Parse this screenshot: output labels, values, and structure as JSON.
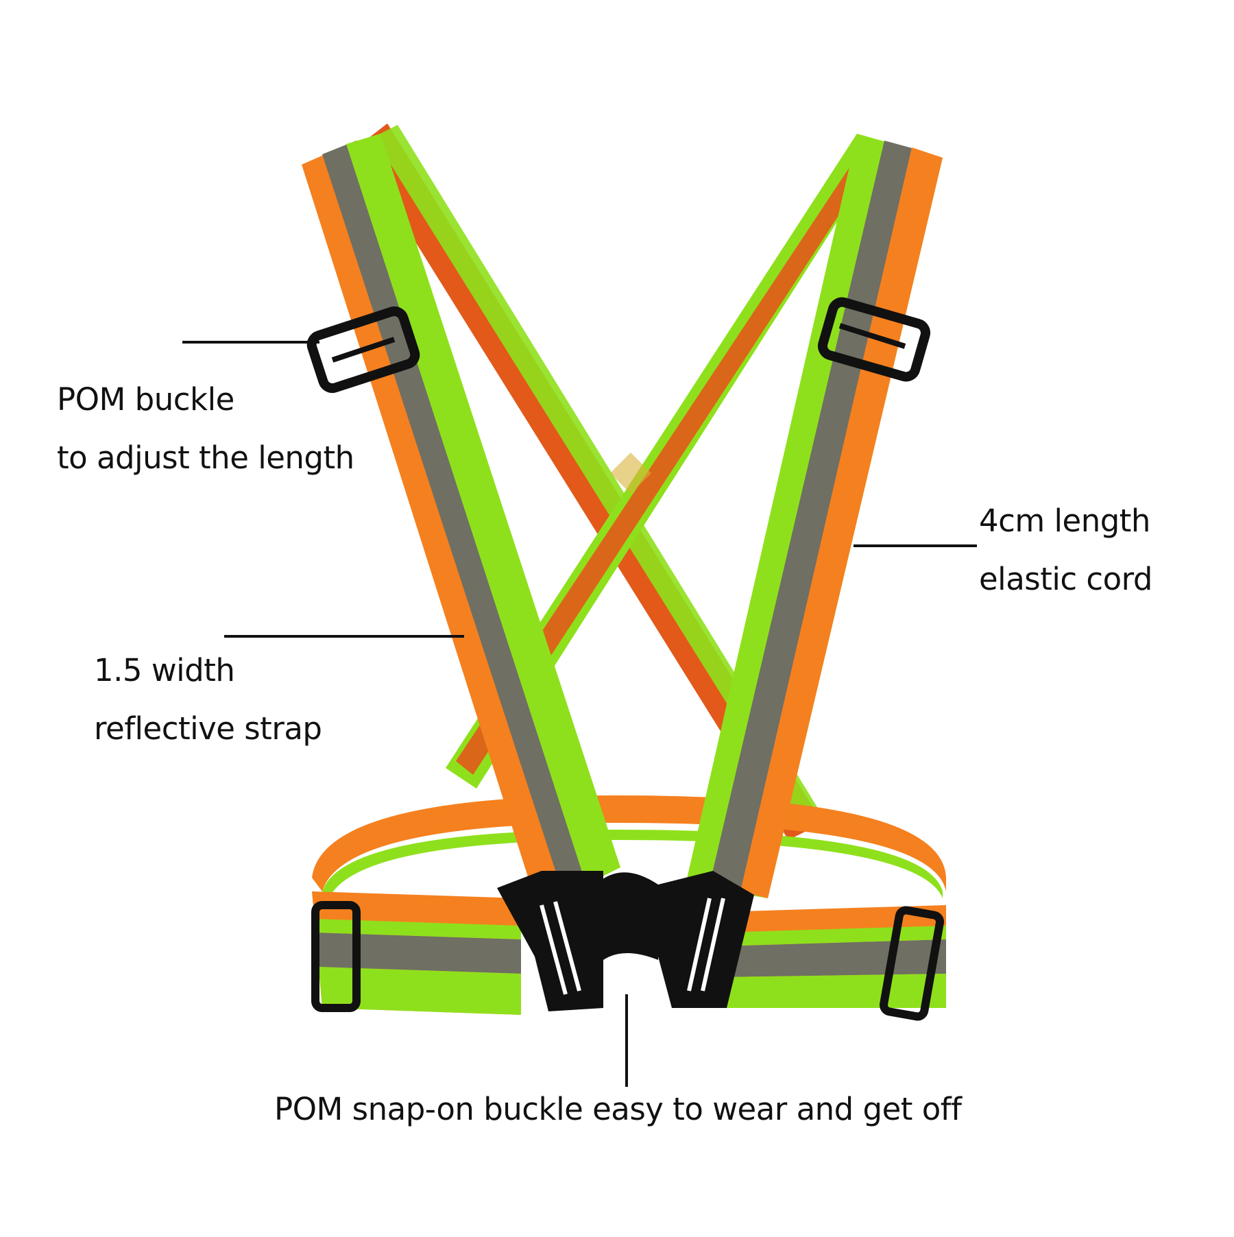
{
  "annotations": {
    "pom_buckle": {
      "line1": "POM buckle",
      "line2": "to adjust the length"
    },
    "elastic_cord": {
      "line1": "4cm length",
      "line2": "elastic cord"
    },
    "reflective_strap": {
      "line1": "1.5 width",
      "line2": "reflective strap"
    },
    "snap_buckle": {
      "text": "POM snap-on buckle easy to wear and get off"
    }
  },
  "colors": {
    "lime": "#8fe01c",
    "orange": "#f5801f",
    "orange_dark": "#e2591a",
    "reflective_grey": "#6f6f64",
    "buckle_black": "#111111",
    "text": "#111111",
    "background": "#ffffff"
  },
  "product_parts": [
    "left-shoulder-strap",
    "right-shoulder-strap",
    "back-straps-crossing",
    "waist-belt",
    "left-slider-buckle",
    "right-slider-buckle",
    "snap-on-buckle"
  ]
}
